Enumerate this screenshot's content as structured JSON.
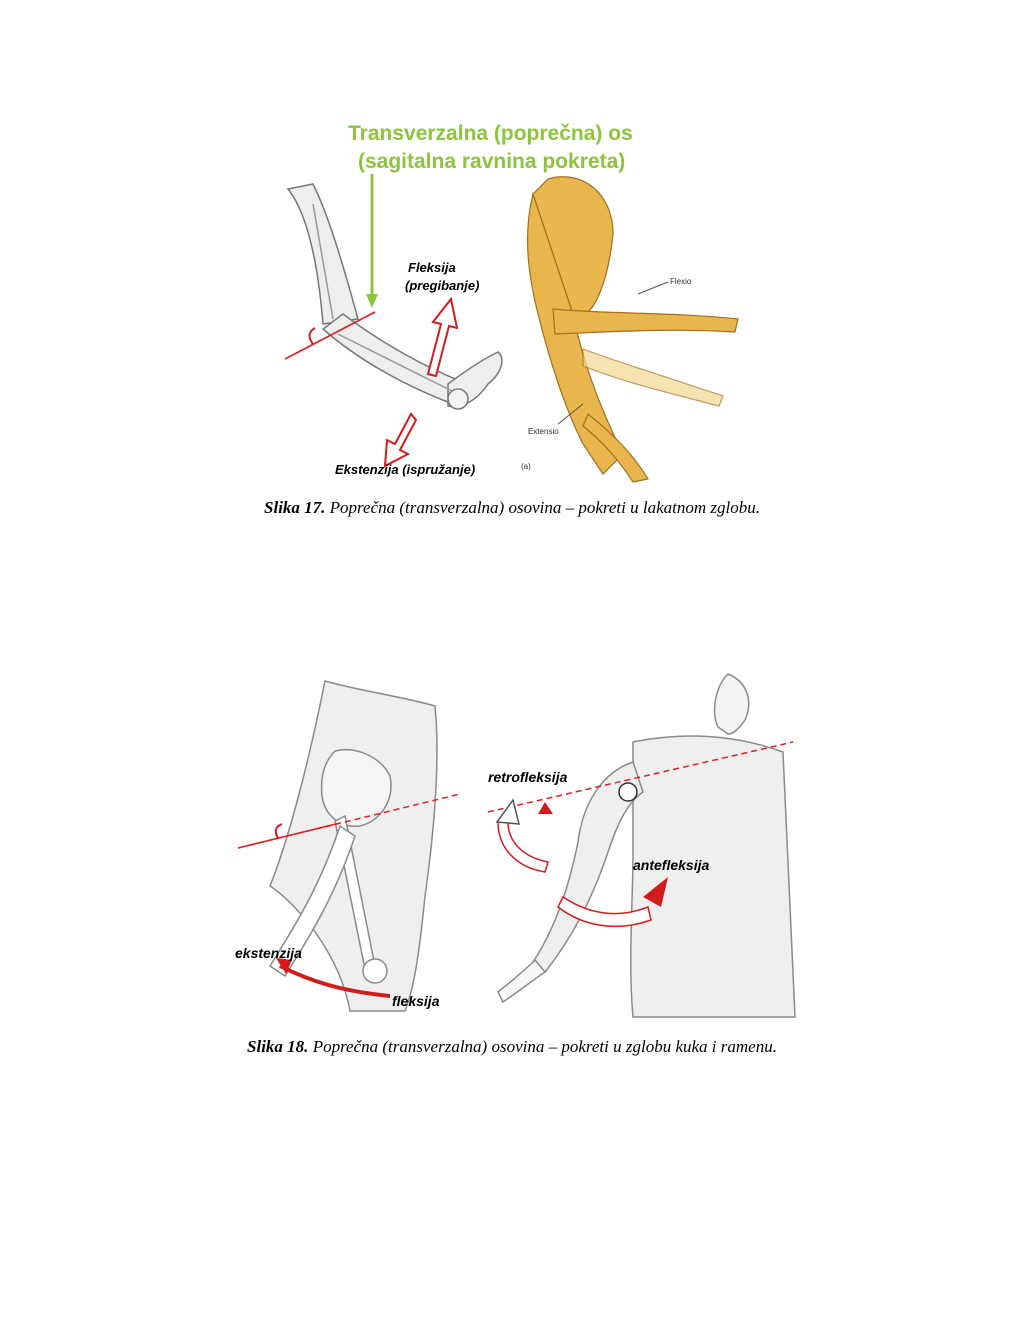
{
  "figure17": {
    "heading_line1": "Transverzalna (poprečna) os",
    "heading_line2": "(sagitalna ravnina pokreta)",
    "label_flexion": "Fleksija",
    "label_flexion_sub": "(pregibanje)",
    "label_extension": "Ekstenzija (ispružanje)",
    "label_flexio": "Flexio",
    "label_extensio": "Extensio",
    "label_panel": "(a)",
    "caption_bold": "Slika 17.",
    "caption_text": " Poprečna (transverzalna) osovina – pokreti u lakatnom zglobu."
  },
  "figure18": {
    "label_ekstenzija": "ekstenzija",
    "label_fleksija": "fleksija",
    "label_retrofleksija": "retrofleksija",
    "label_antefleksija": "antefleksija",
    "caption_bold": "Slika 18.",
    "caption_text": " Poprečna (transverzalna) osovina – pokreti u zglobu kuka i ramenu."
  },
  "colors": {
    "heading_green": "#8cc43c",
    "axis_red": "#e02020",
    "arrow_red": "#d41b1b",
    "skin_gold": "#e8b64c"
  }
}
